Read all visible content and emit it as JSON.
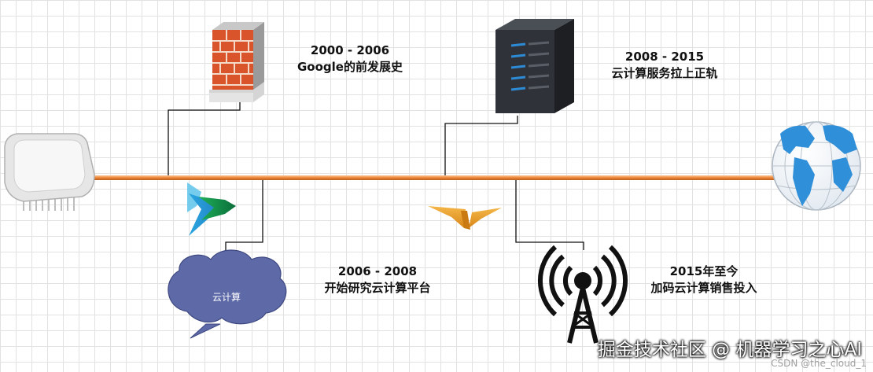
{
  "timeline": {
    "milestones": [
      {
        "period": "2000 - 2006",
        "desc": "Google的前发展史"
      },
      {
        "period": "2008 - 2015",
        "desc": "云计算服务拉上正轨"
      },
      {
        "period": "2006 - 2008",
        "desc": "开始研究云计算平台"
      },
      {
        "period": "2015年至今",
        "desc": "加码云计算销售投入"
      }
    ],
    "cloud_label": "云计算"
  },
  "icons": [
    "router-icon",
    "firewall-icon",
    "server-icon",
    "globe-icon",
    "arrow-icon",
    "bird-icon",
    "cloud-icon",
    "antenna-icon"
  ],
  "colors": {
    "timeline": "#f08a3c",
    "cloud": "#5e6aa8",
    "firewall": "#d9532b",
    "server": "#2a2d33",
    "globe": "#2f8fd8"
  },
  "watermark": {
    "main": "掘金技术社区 @ 机器学习之心AI",
    "sub": "CSDN @the_cloud_1"
  }
}
